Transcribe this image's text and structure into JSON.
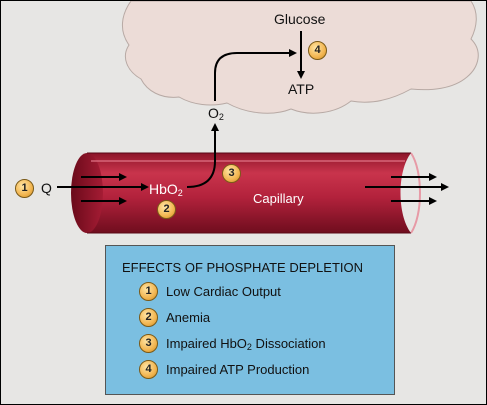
{
  "labels": {
    "glucose": "Glucose",
    "atp": "ATP",
    "o2": "O",
    "o2_sub": "2",
    "q": "Q",
    "hbo2": "HbO",
    "hbo2_sub": "2",
    "capillary": "Capillary"
  },
  "badges": {
    "q_badge": "1",
    "hbo2_badge": "2",
    "dissociation_badge": "3",
    "atp_badge": "4"
  },
  "legend": {
    "title": "EFFECTS OF PHOSPHATE DEPLETION",
    "items": [
      {
        "number": "1",
        "text": "Low Cardiac Output",
        "sub": "",
        "text_after": ""
      },
      {
        "number": "2",
        "text": "Anemia",
        "sub": "",
        "text_after": ""
      },
      {
        "number": "3",
        "text": "Impaired HbO",
        "sub": "2",
        "text_after": " Dissociation"
      },
      {
        "number": "4",
        "text": "Impaired ATP Production",
        "sub": "",
        "text_after": ""
      }
    ]
  },
  "colors": {
    "background": "#e7e6e4",
    "cell": "#ecdcd7",
    "capillary": "#b0203a",
    "legend_box": "#7bbfe1",
    "badge": "#f2b550"
  }
}
